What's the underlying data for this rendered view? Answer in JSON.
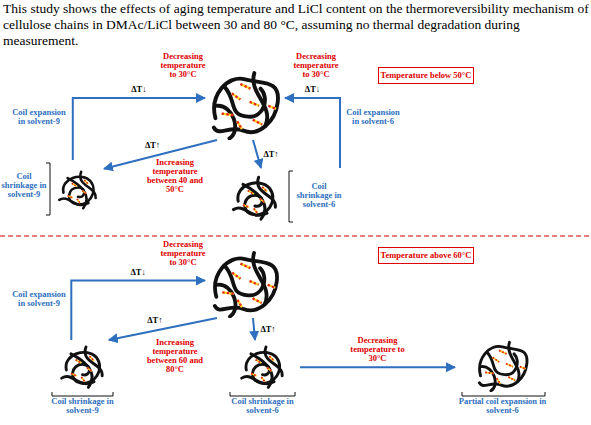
{
  "diagram": {
    "title": "This study shows the effects of aging temperature and LiCl content on the thermoreversibility mechanism of cellulose chains in DMAc/LiCl between 30 and 80 °C, assuming no thermal degradation during measurement.",
    "nodes": [
      {
        "text": [
          "Temperature below 50°C"
        ]
      },
      {
        "text": []
      },
      {
        "text": [
          "Coil shrinkage in solvent-9"
        ]
      },
      {
        "text": [
          "Coil shrinkage in solvent-6"
        ]
      },
      {
        "text": [
          "Temperature above 60°C"
        ]
      },
      {
        "text": []
      },
      {
        "text": [
          "Coil shrinkage in solvent-9"
        ]
      },
      {
        "text": [
          "Coil shrinkage in solvent-6"
        ]
      },
      {
        "text": [
          "Partial coil expansion in solvent-6"
        ]
      }
    ],
    "edges": [
      {
        "from": 1,
        "to": 2,
        "arrow": "to",
        "label": "ΔT↑"
      },
      {
        "from": 1,
        "to": 3,
        "arrow": "to",
        "label": "ΔT↑"
      },
      {
        "from": 2,
        "to": 1,
        "arrow": "to",
        "label": "ΔT↓"
      },
      {
        "from": 3,
        "to": 1,
        "arrow": "to",
        "label": "ΔT↓"
      },
      {
        "from": 5,
        "to": 6,
        "arrow": "to",
        "label": "ΔT↑"
      },
      {
        "from": 5,
        "to": 7,
        "arrow": "to",
        "label": "ΔT↑"
      },
      {
        "from": 6,
        "to": 5,
        "arrow": "to",
        "label": "ΔT↓"
      },
      {
        "from": 7,
        "to": 8,
        "arrow": "to",
        "label": "Decreasing temperature to 30°C"
      }
    ],
    "labels": [
      "Decreasing temperature to 30°C",
      "Decreasing temperature to 30°C",
      "Coil expansion in solvent-9",
      "Coil expansion in solvent-6",
      "Increasing temperature between 40 and 50°C",
      "Decreasing temperature to 30°C",
      "Coil expansion in solvent-9",
      "Increasing temperature between 60 and 80°C"
    ]
  }
}
